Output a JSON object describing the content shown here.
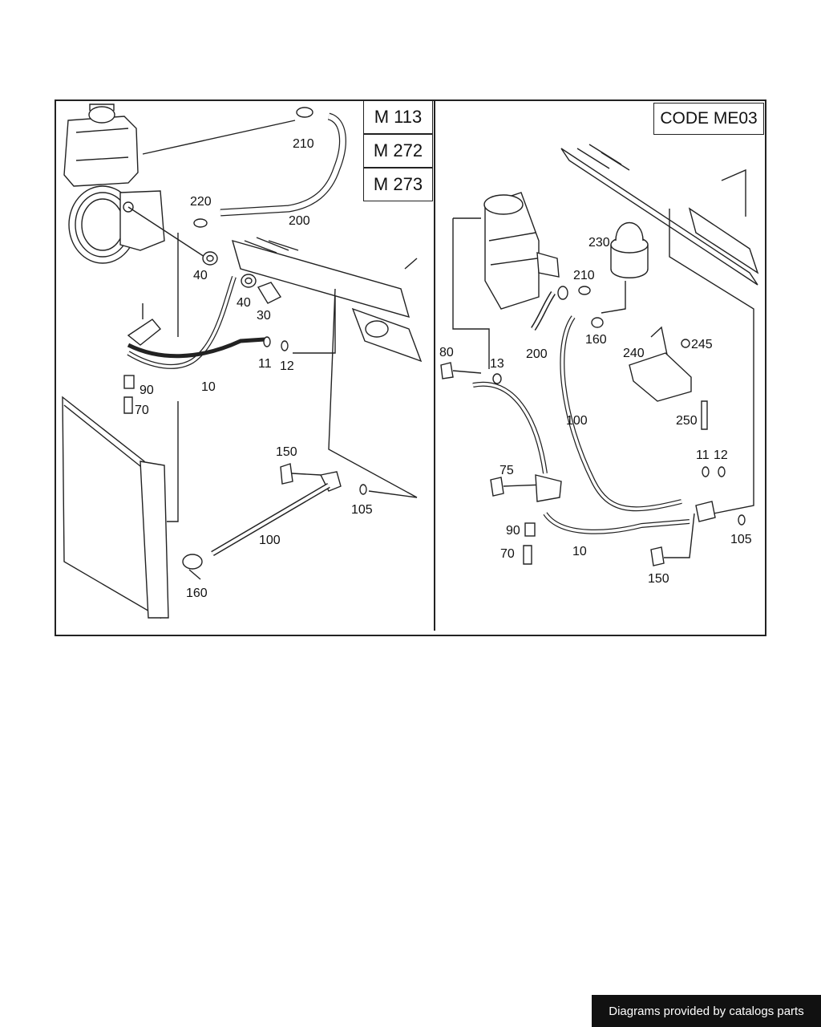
{
  "engines": [
    "M 113",
    "M 272",
    "M 273"
  ],
  "code_label": "CODE ME03",
  "footer_text": "Diagrams provided by catalogs parts",
  "callouts_left": [
    "210",
    "220",
    "200",
    "40",
    "40",
    "30",
    "11",
    "12",
    "90",
    "70",
    "10",
    "150",
    "105",
    "100",
    "160"
  ],
  "callouts_right": [
    "230",
    "210",
    "160",
    "200",
    "80",
    "13",
    "240",
    "245",
    "100",
    "250",
    "75",
    "11",
    "12",
    "90",
    "70",
    "10",
    "105",
    "150"
  ]
}
